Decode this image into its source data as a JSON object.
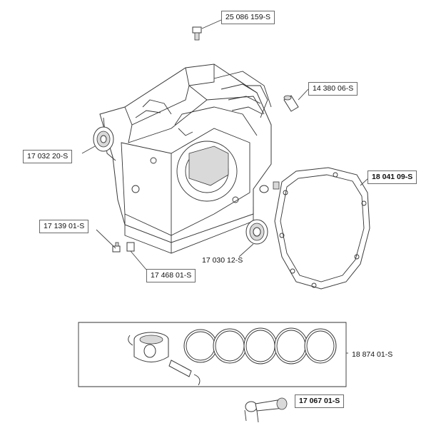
{
  "callouts": [
    {
      "id": "bolt",
      "text": "25 086 159-S",
      "bold": false
    },
    {
      "id": "dowel",
      "text": "14 380 06-S",
      "bold": false
    },
    {
      "id": "seal-left",
      "text": "17 032 20-S",
      "bold": false
    },
    {
      "id": "gasket",
      "text": "18 041 09-S",
      "bold": true
    },
    {
      "id": "plug",
      "text": "17 139 01-S",
      "bold": false
    },
    {
      "id": "bearing",
      "text": "17 030 12-S",
      "bold": false
    },
    {
      "id": "drain",
      "text": "17 468 01-S",
      "bold": false
    },
    {
      "id": "piston-kit",
      "text": "18 874 01-S",
      "bold": false
    },
    {
      "id": "conrod",
      "text": "17 067 01-S",
      "bold": true
    }
  ]
}
